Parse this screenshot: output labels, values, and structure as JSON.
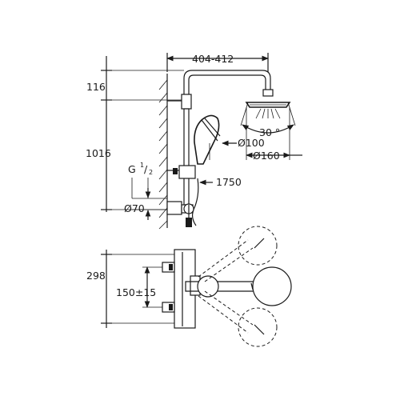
{
  "dimensions": {
    "arm_projection": "404-412",
    "top_offset": "116",
    "overall_height": "1016",
    "thread_base": "G",
    "thread_num": "1",
    "thread_den": "2",
    "flange_diameter": "Ø70",
    "hand_shower_diameter": "Ø100",
    "head_shower_diameter": "Ø160",
    "tilt_angle": "30 °",
    "hose_length": "1750",
    "mixer_height": "298",
    "inlet_centers": "150±15"
  }
}
